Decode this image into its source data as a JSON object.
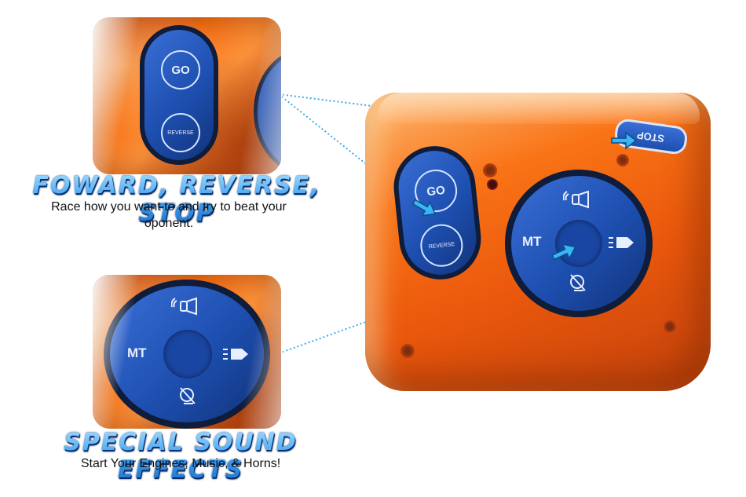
{
  "section_forward": {
    "headline": "FOWARD, REVERSE, STOP",
    "subtext": "Race how you want to and try to beat your oponent."
  },
  "section_sound": {
    "headline": "SPECIAL SOUND EFFECTS",
    "subtext": "Start Your Engines, Music, & Horns!"
  },
  "buttons": {
    "go": "GO",
    "reverse": "REVERSE",
    "stop": "STOP",
    "mode": "MT"
  },
  "icons": [
    "horn-icon",
    "music-icon",
    "engine-icon",
    "arrow-icon"
  ],
  "colors": {
    "housing": "#f97316",
    "button_blue": "#1d4fb0",
    "headline_blue": "#3aa0f5",
    "leader_line": "#3aa8f0"
  }
}
